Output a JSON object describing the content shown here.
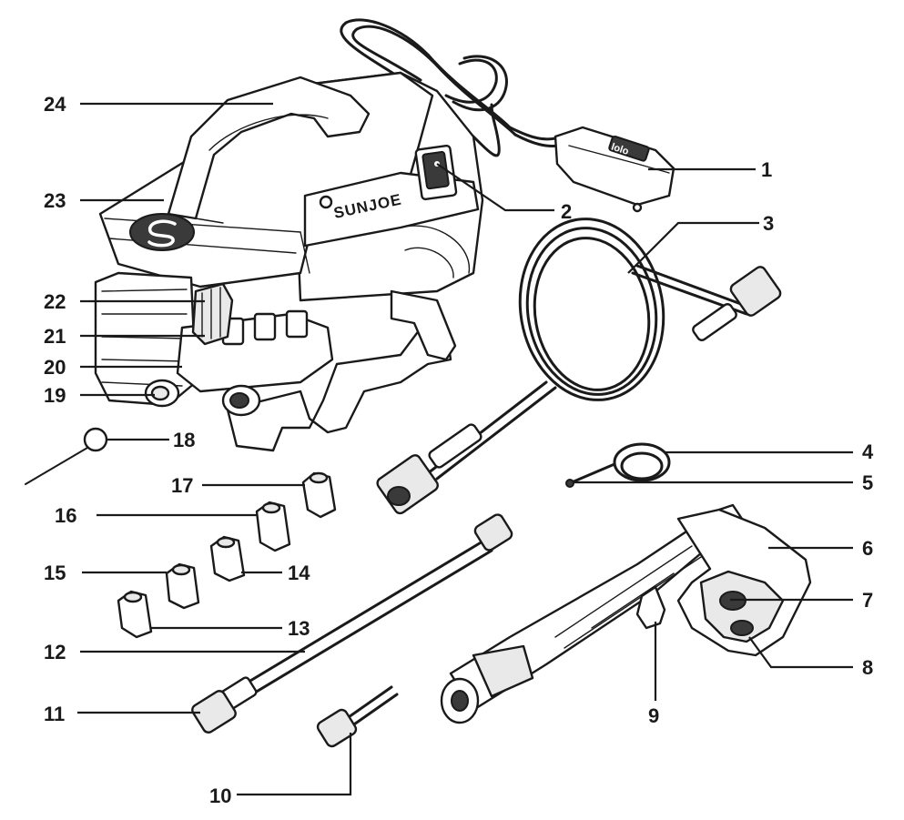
{
  "brand_text": "SUNJOE",
  "plug_text": "lolo",
  "labels": {
    "p1": "1",
    "p2": "2",
    "p3": "3",
    "p4": "4",
    "p5": "5",
    "p6": "6",
    "p7": "7",
    "p8": "8",
    "p9": "9",
    "p10": "10",
    "p11": "11",
    "p12": "12",
    "p13": "13",
    "p14": "14",
    "p15": "15",
    "p16": "16",
    "p17": "17",
    "p18": "18",
    "p19": "19",
    "p20": "20",
    "p21": "21",
    "p22": "22",
    "p23": "23",
    "p24": "24"
  }
}
